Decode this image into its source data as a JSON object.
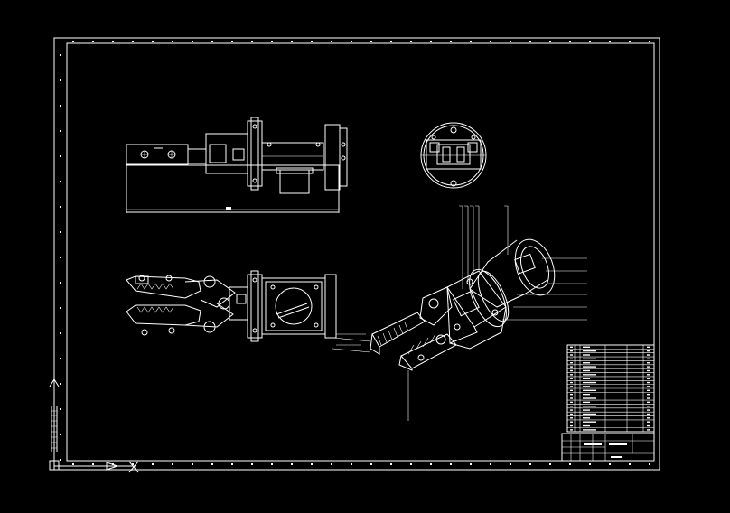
{
  "drawing": {
    "background": "#000000",
    "line_color": "#ffffff",
    "ucs_icon": "ucs-axis-icon",
    "views": [
      "top-view",
      "end-view",
      "front-view",
      "isometric-view"
    ],
    "leader_count": 14
  },
  "parts_table": {
    "rows": 22
  },
  "title_block": {
    "rows": 4
  }
}
